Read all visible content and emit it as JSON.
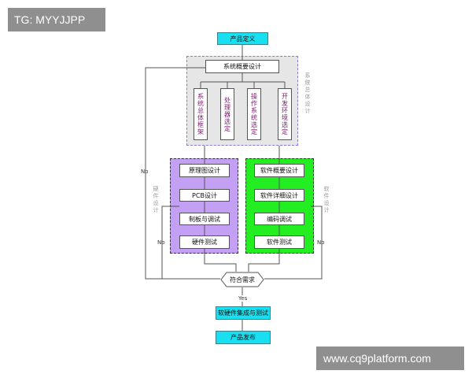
{
  "watermark_top": "TG: MYYJJPP",
  "watermark_bottom": "www.cq9platform.com",
  "nodes": {
    "product_definition": "产品定义",
    "system_outline_design": "系统概要设计",
    "system_overall_architecture": "系统总体框架",
    "processor_selection": "处理器选定",
    "os_selection": "操作系统选定",
    "dev_env_selection": "开发环境选定",
    "schematic_design": "原理图设计",
    "pcb_design": "PCB设计",
    "board_debug": "制板与调试",
    "hardware_test": "硬件测试",
    "software_outline_design": "软件概要设计",
    "software_detail_design": "软件详细设计",
    "coding_debug": "编码调试",
    "software_test": "软件测试",
    "meets_requirements": "符合需求",
    "hw_sw_integration_test": "软硬件集成与测试",
    "final": "产品发布"
  },
  "group_labels": {
    "system_design": "系统总体设计",
    "hardware_design": "硬件设计",
    "software_design": "软件设计"
  },
  "edge_labels": {
    "no_left_outer": "No",
    "no_hw": "No",
    "no_sw": "No",
    "yes": "Yes"
  },
  "colors": {
    "cyan": "#19e0f0",
    "system_panel": "#e6e6e6",
    "system_border": "#8a7ad8",
    "hardware_panel": "#c4a0f5",
    "software_panel": "#22ee22",
    "watermark_bg": "#8f8f8f"
  }
}
